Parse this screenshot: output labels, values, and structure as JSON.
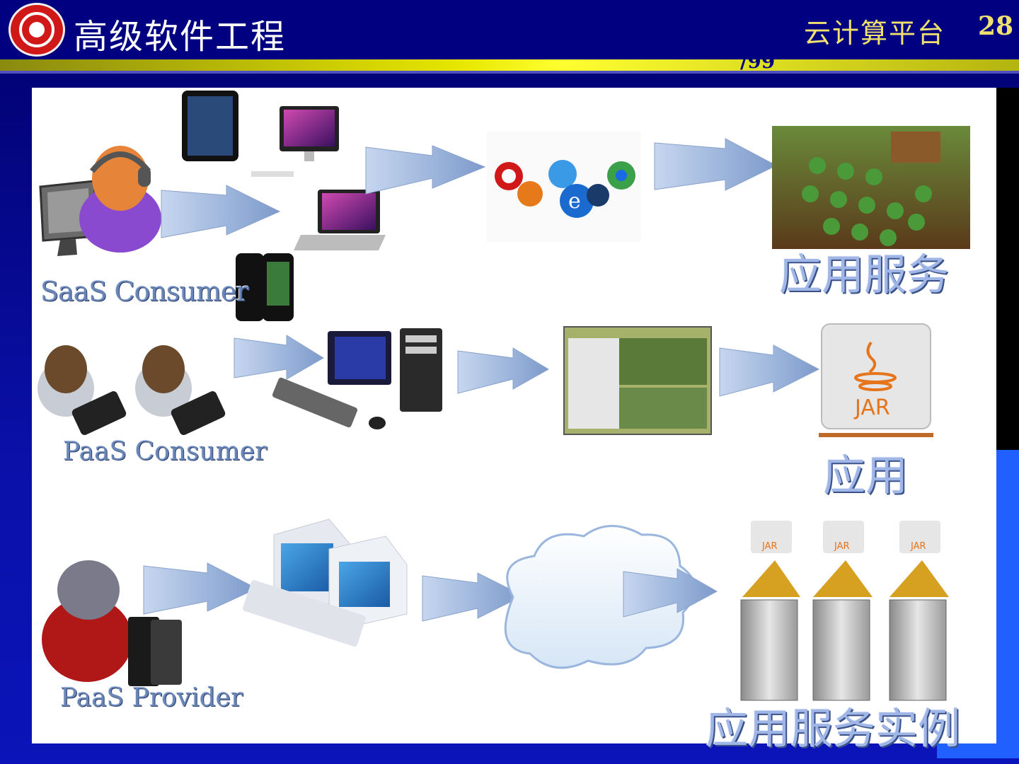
{
  "header": {
    "course_title": "高级软件工程",
    "topic": "云计算平台",
    "page_number": "28",
    "page_total": "/99"
  },
  "colors": {
    "header_bg": "#000080",
    "slide_bg": "#0a10a8",
    "accent_rule": "#e6e600",
    "topic_text": "#f0e070",
    "label_text": "#6a86b6"
  },
  "diagram": {
    "rows": [
      {
        "actor": "SaaS Consumer",
        "result": "应用服务"
      },
      {
        "actor": "PaaS Consumer",
        "result": "应用"
      },
      {
        "actor": "PaaS Provider",
        "result": "应用服务实例"
      }
    ],
    "jar_label": "JAR"
  }
}
